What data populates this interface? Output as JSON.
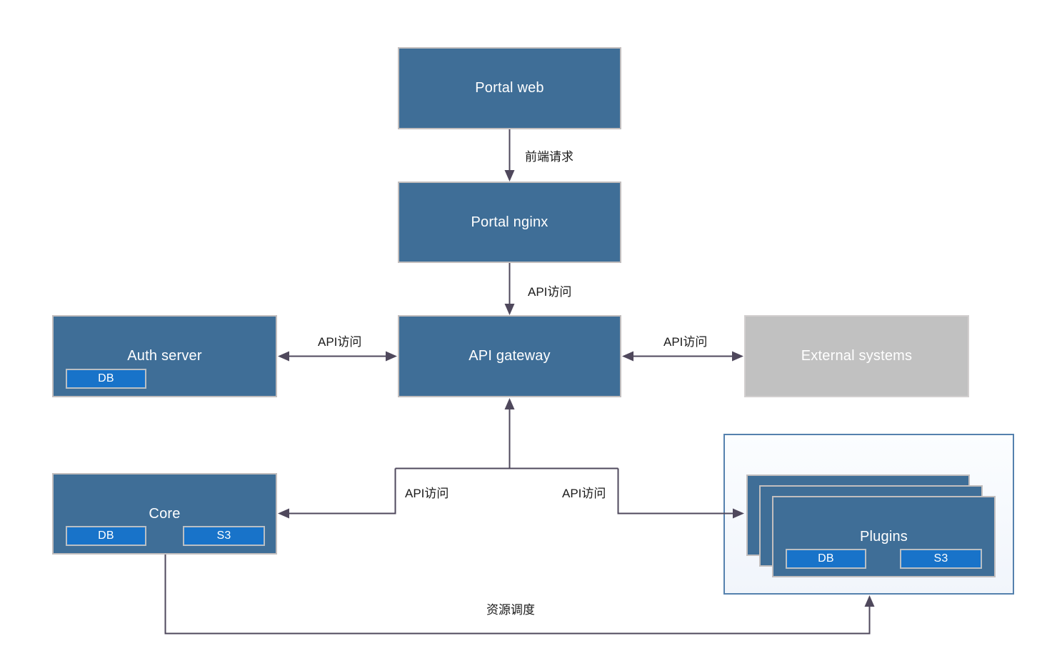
{
  "nodes": {
    "portal_web": {
      "label": "Portal web"
    },
    "portal_nginx": {
      "label": "Portal nginx"
    },
    "api_gateway": {
      "label": "API gateway"
    },
    "auth_server": {
      "label": "Auth server",
      "db": "DB"
    },
    "external_systems": {
      "label": "External systems"
    },
    "core": {
      "label": "Core",
      "db": "DB",
      "s3": "S3"
    },
    "plugins": {
      "label": "Plugins",
      "db": "DB",
      "s3": "S3"
    }
  },
  "edges": {
    "frontend_request": {
      "label": "前端请求"
    },
    "api_access_nginx_gateway": {
      "label": "API访问"
    },
    "api_access_auth": {
      "label": "API访问"
    },
    "api_access_external": {
      "label": "API访问"
    },
    "api_access_core": {
      "label": "API访问"
    },
    "api_access_plugins": {
      "label": "API访问"
    },
    "resource_scheduling": {
      "label": "资源调度"
    }
  },
  "colors": {
    "node_fill": "#3f6e97",
    "node_border": "#c2bebe",
    "node_text": "#ffffff",
    "subnode_fill": "#1873c9",
    "subnode_border": "#b9bfc4",
    "external_fill": "#c1c1c1",
    "external_border": "#d2cfcf",
    "container_fill": "#f6f9fd",
    "container_border": "#5581ae",
    "arrow": "#4f485c",
    "edge_label": "#1a1a1a"
  }
}
